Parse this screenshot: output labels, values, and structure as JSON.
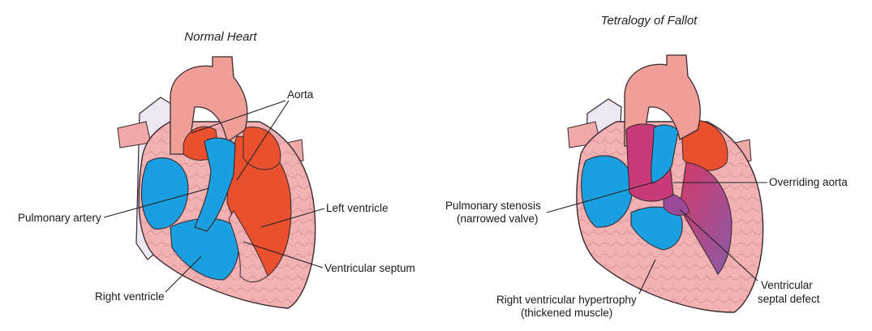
{
  "panels": {
    "normal": {
      "title": "Normal Heart",
      "labels": {
        "aorta": "Aorta",
        "pulmonary_artery": "Pulmonary artery",
        "left_ventricle": "Left ventricle",
        "ventricular_septum": "Ventricular septum",
        "right_ventricle": "Right ventricle"
      }
    },
    "tetralogy": {
      "title": "Tetralogy of Fallot",
      "labels": {
        "overriding_aorta": "Overriding aorta",
        "pulmonary_stenosis_line1": "Pulmonary stenosis",
        "pulmonary_stenosis_line2": "(narrowed valve)",
        "vsd_line1": "Ventricular",
        "vsd_line2": "septal defect",
        "rvh_line1": "Right ventricular hypertrophy",
        "rvh_line2": "(thickened muscle)"
      }
    }
  },
  "colors": {
    "muscle": "#f2b2b4",
    "muscle_dark": "#d88a8e",
    "aorta": "#ef9f97",
    "deoxygenated": "#1aa0e0",
    "oxygenated": "#e8502e",
    "mixed": "#c83a78",
    "vein": "#e8e4f0",
    "vessel_outline": "#3a2a30"
  }
}
